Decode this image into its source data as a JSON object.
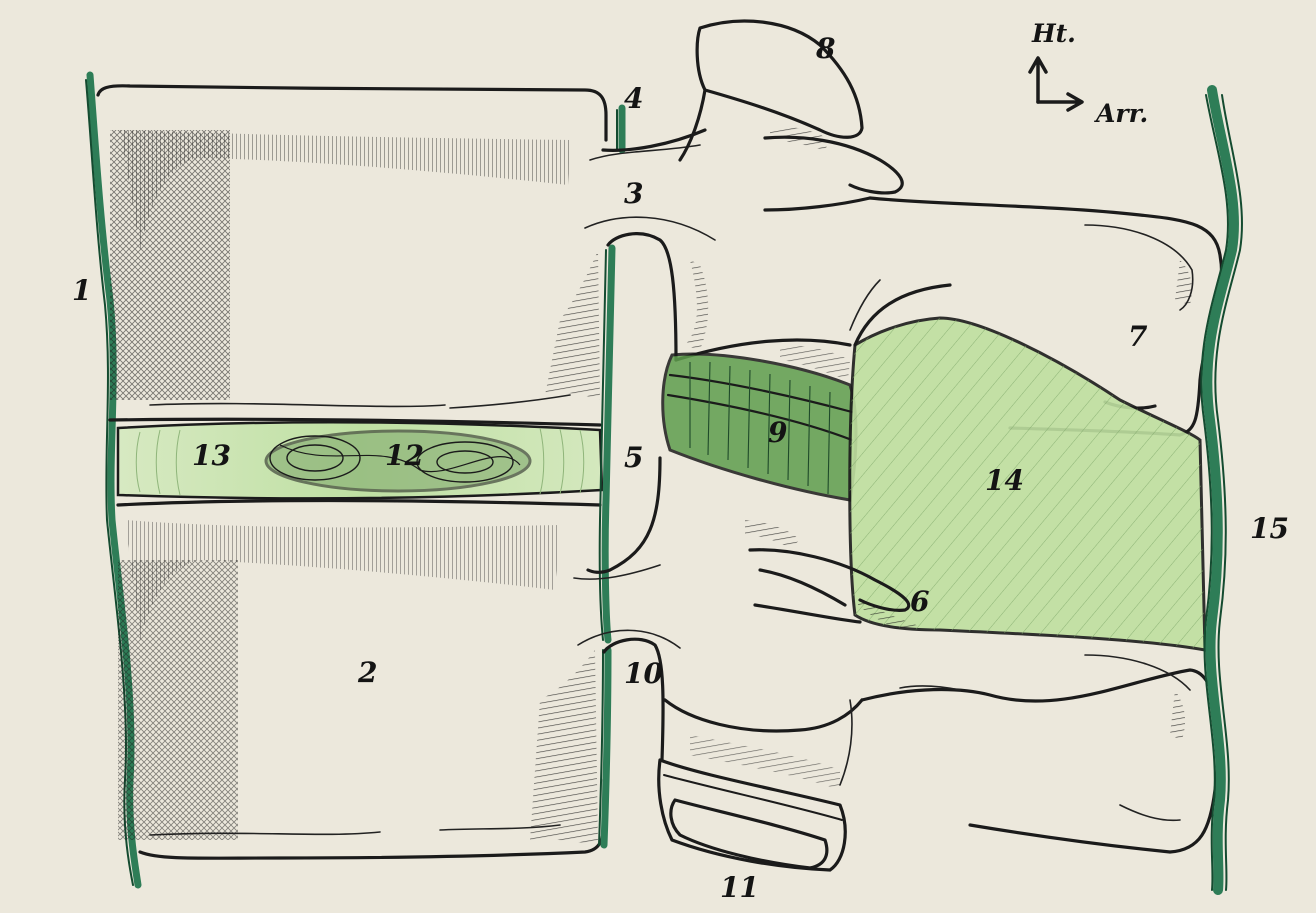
{
  "labels": {
    "l1": "1",
    "l2": "2",
    "l3": "3",
    "l4": "4",
    "l5": "5",
    "l6": "6",
    "l7": "7",
    "l8": "8",
    "l9": "9",
    "l10": "10",
    "l11": "11",
    "l12": "12",
    "l13": "13",
    "l14": "14",
    "l15": "15"
  },
  "axes": {
    "up": "Ht.",
    "right": "Arr."
  },
  "colors": {
    "paper": "#ece8dc",
    "ligament": "#2e7d57",
    "disc_light": "#cfe5b6",
    "muscle_light": "#b9df98",
    "ink": "#1b1b1b"
  }
}
